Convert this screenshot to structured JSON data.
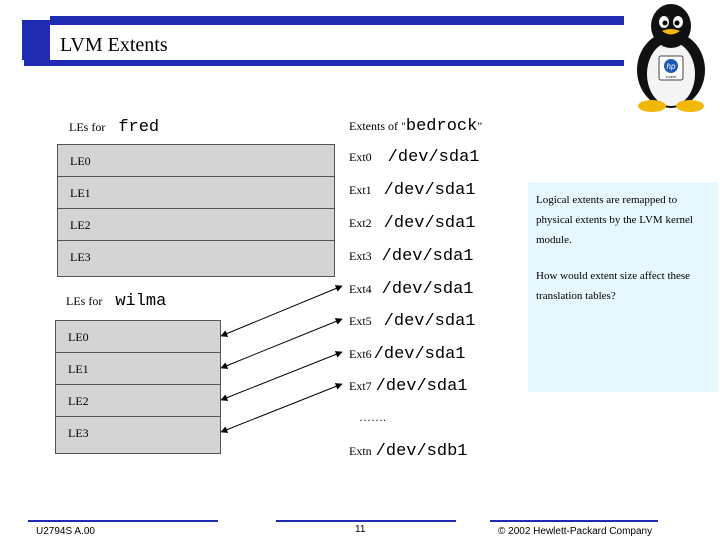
{
  "header": {
    "title": "LVM Extents"
  },
  "fred_section": {
    "label_prefix": "LEs for",
    "vg_name": "fred",
    "rows": [
      "LE0",
      "LE1",
      "LE2",
      "LE3"
    ]
  },
  "wilma_section": {
    "label_prefix": "LEs for",
    "vg_name": "wilma",
    "rows": [
      "LE0",
      "LE1",
      "LE2",
      "LE3"
    ]
  },
  "extents": {
    "label_prefix": "Extents of \"",
    "vg_name": "bedrock",
    "label_suffix": "\"",
    "rows": [
      {
        "label": "Ext0",
        "device": "/dev/sda1"
      },
      {
        "label": "Ext1",
        "device": "/dev/sda1"
      },
      {
        "label": "Ext2",
        "device": "/dev/sda1"
      },
      {
        "label": "Ext3",
        "device": "/dev/sda1"
      },
      {
        "label": "Ext4",
        "device": "/dev/sda1"
      },
      {
        "label": "Ext5",
        "device": "/dev/sda1"
      },
      {
        "label": "Ext6",
        "device": "/dev/sda1"
      },
      {
        "label": "Ext7",
        "device": "/dev/sda1"
      }
    ],
    "ellipsis": "…….",
    "last": {
      "label": "Extn",
      "device": "/dev/sdb1"
    }
  },
  "note": {
    "p1": "Logical extents are remapped to physical extents by the LVM kernel module.",
    "p2": "How would extent size affect these translation tables?"
  },
  "footer": {
    "left": "U2794S A.00",
    "page": "11",
    "right": "© 2002 Hewlett-Packard Company"
  },
  "logo": {
    "icon": "tux-penguin-icon",
    "badge": "hp",
    "badge_sub": "invent"
  },
  "colors": {
    "accent": "#1f2bb3",
    "table_fill": "#d4d4d4",
    "note_fill": "#e6f7ff"
  }
}
